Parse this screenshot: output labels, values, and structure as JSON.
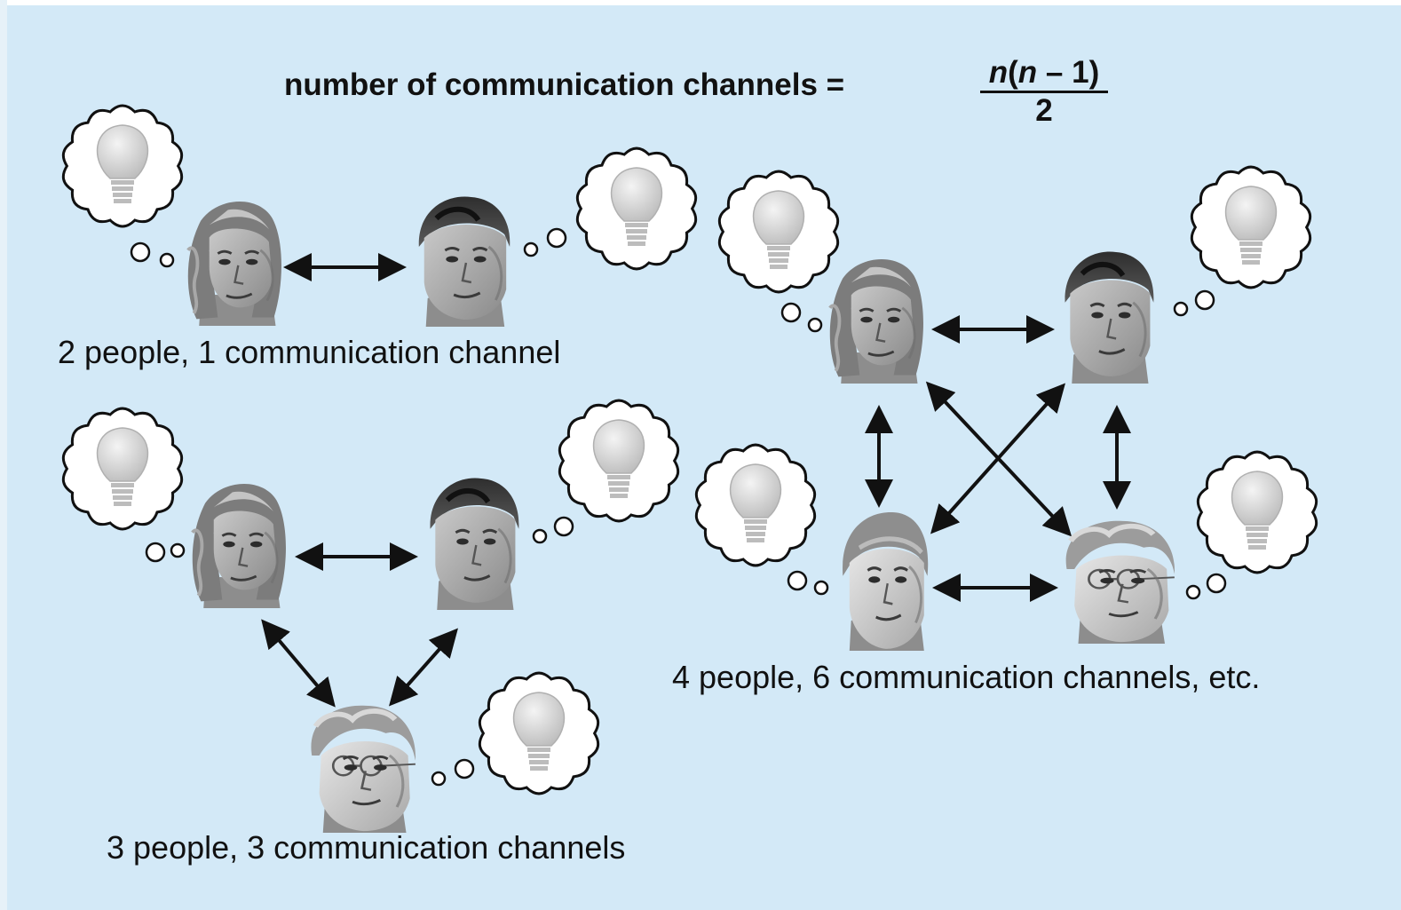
{
  "formula": {
    "label": "number of communication channels =",
    "numerator_n": "n",
    "numerator_open": "(",
    "numerator_inner": "n",
    "numerator_rest": " – 1)",
    "denominator": "2"
  },
  "groups": [
    {
      "caption": "2 people, 1 communication channel",
      "people": 2,
      "channels": 1
    },
    {
      "caption": "3 people, 3 communication channels",
      "people": 3,
      "channels": 3
    },
    {
      "caption": "4 people, 6 communication channels, etc.",
      "people": 4,
      "channels": 6
    }
  ],
  "icons": {
    "person": "person-head-icon",
    "thought": "thought-bubble-icon",
    "idea": "lightbulb-icon",
    "link": "double-arrow-icon"
  },
  "colors": {
    "background": "#d3e9f7",
    "bubble_fill": "#ffffff",
    "bulb": "#d4d4d4",
    "ink": "#111111"
  }
}
